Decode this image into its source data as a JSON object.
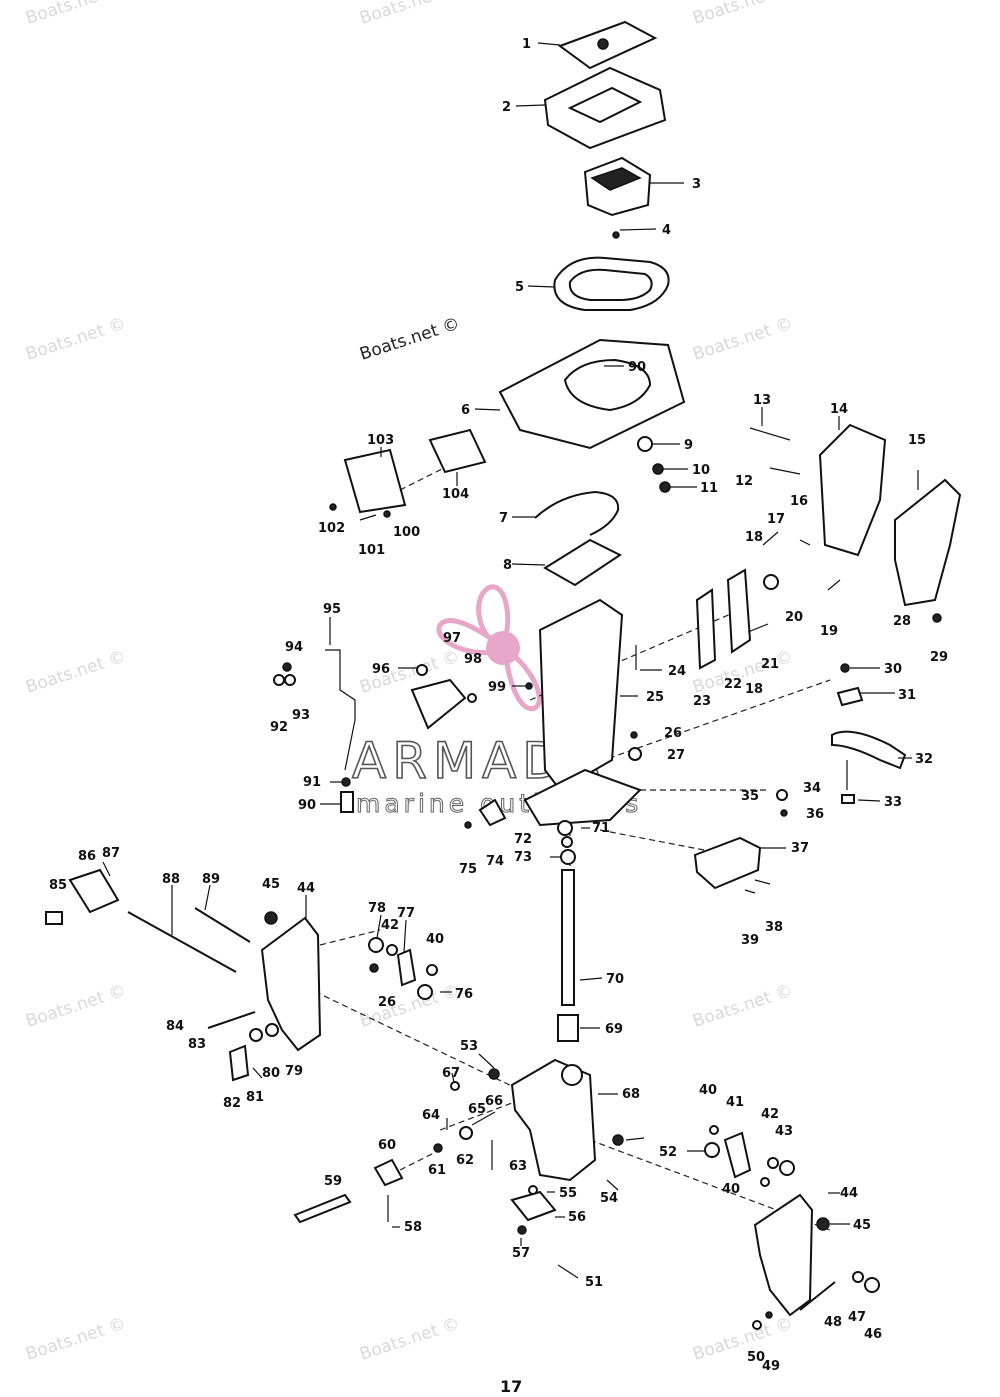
{
  "watermark": {
    "text": "Boats.net ©"
  },
  "brand": {
    "name": "ARMADA",
    "sub": "marine outboards",
    "color": "#e8a6c8"
  },
  "page_number": "17",
  "labels": [
    "1",
    "2",
    "3",
    "4",
    "5",
    "90",
    "6",
    "9",
    "10",
    "11",
    "13",
    "12",
    "14",
    "15",
    "16",
    "17",
    "18",
    "20",
    "19",
    "28",
    "29",
    "103",
    "104",
    "102",
    "101",
    "100",
    "7",
    "8",
    "95",
    "94",
    "93",
    "92",
    "97",
    "98",
    "99",
    "96",
    "25",
    "24",
    "23",
    "22",
    "18",
    "21",
    "30",
    "31",
    "32",
    "34",
    "33",
    "35",
    "36",
    "26",
    "27",
    "91",
    "90",
    "71",
    "72",
    "73",
    "75",
    "74",
    "37",
    "38",
    "39",
    "86",
    "87",
    "85",
    "88",
    "89",
    "45",
    "44",
    "78",
    "42",
    "77",
    "40",
    "76",
    "26",
    "70",
    "69",
    "84",
    "83",
    "80",
    "79",
    "82",
    "81",
    "53",
    "67",
    "66",
    "68",
    "64",
    "65",
    "62",
    "63",
    "61",
    "60",
    "59",
    "58",
    "56",
    "57",
    "51",
    "55",
    "54",
    "52",
    "40",
    "41",
    "42",
    "43",
    "40",
    "44",
    "45",
    "48",
    "47",
    "46",
    "50",
    "49"
  ]
}
